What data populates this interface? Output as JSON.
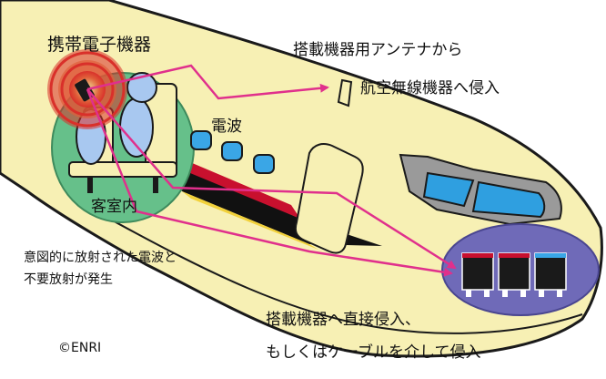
{
  "labels": {
    "device": "携帯電子機器",
    "radio_wave": "電波",
    "cabin": "客室内",
    "antenna_path_1": "搭載機器用アンテナから",
    "antenna_path_2": "航空無線機器へ侵入",
    "emission_1": "意図的に放射された電波と",
    "emission_2": "不要放射が発生",
    "direct_1": "搭載機器へ直接侵入、",
    "direct_2": "もしくはケーブルを介して侵入",
    "copyright": "©ENRI"
  },
  "colors": {
    "fuselage": "#f7f0b4",
    "fuselage_outline": "#1a1a1a",
    "cabin_bubble": "#66c08a",
    "avionics_bubble": "#6f6ab8",
    "path_arrow": "#e0308c",
    "window": "#3aa6e6",
    "cockpit_glass": "#2f9fe0",
    "emission_core": "#e8a36a",
    "emission_ring": "#d9302a",
    "person_fill": "#a8c8f0",
    "red_stripe": "#c8102e",
    "black_stripe": "#111111"
  }
}
